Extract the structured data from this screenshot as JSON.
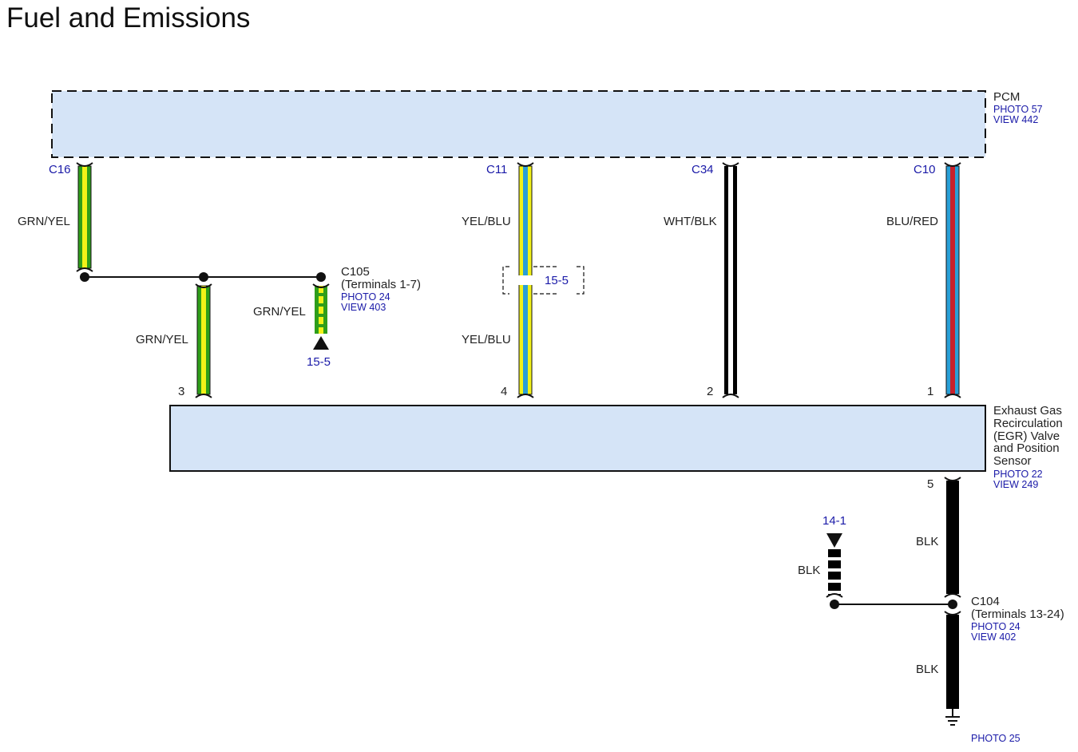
{
  "title": "Fuel and Emissions",
  "pcm": {
    "name": "PCM",
    "photo": "PHOTO 57",
    "view": "VIEW 442"
  },
  "egr": {
    "name_lines": [
      "Exhaust Gas",
      "Recirculation",
      "(EGR) Valve",
      "and Position",
      "Sensor"
    ],
    "photo": "PHOTO 22",
    "view": "VIEW 249"
  },
  "pcm_pins": {
    "c16": "C16",
    "c11": "C11",
    "c34": "C34",
    "c10": "C10"
  },
  "egr_terminals": {
    "t3": "3",
    "t4": "4",
    "t2": "2",
    "t1": "1",
    "t5": "5"
  },
  "wires": {
    "c16_label": "GRN/YEL",
    "branch_label": "GRN/YEL",
    "c105_label": "GRN/YEL",
    "c11_top_label": "YEL/BLU",
    "c11_bottom_label": "YEL/BLU",
    "c34_label": "WHT/BLK",
    "c10_label": "BLU/RED",
    "t5_label": "BLK",
    "ground_label": "BLK",
    "to_14_1_label": "BLK"
  },
  "connectors": {
    "c105": {
      "name": "C105",
      "terminals": "(Terminals 1-7)",
      "photo": "PHOTO 24",
      "view": "VIEW 403"
    },
    "c104": {
      "name": "C104",
      "terminals": "(Terminals 13-24)",
      "photo": "PHOTO 24",
      "view": "VIEW 402"
    }
  },
  "references": {
    "c105_arrow": "15-5",
    "shield": "15-5",
    "arrow_14_1": "14-1",
    "ground_photo": "PHOTO 25"
  },
  "colors": {
    "component_fill": "#d5e4f7",
    "grn": "#2e9e1a",
    "yel": "#f2f218",
    "blu": "#2a9fd6",
    "red": "#c8202a",
    "blk": "#000000",
    "ref_blue": "#1a1aa8"
  }
}
